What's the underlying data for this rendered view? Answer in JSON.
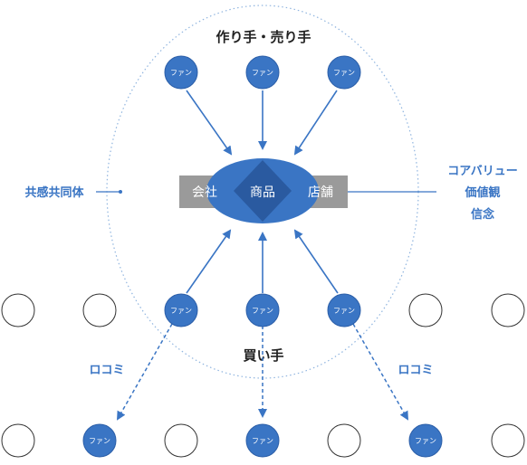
{
  "colors": {
    "fan": "#3a75c4",
    "fan_stroke": "#2b5ea8",
    "accent_text": "#3a75c4",
    "dotted": "#8fb4df",
    "gray_band": "#9a9a9a",
    "center_ellipse": "#3a75c4",
    "center_diamond": "#2a5aa0",
    "empty_circle_stroke": "#333333",
    "dark_text": "#222222"
  },
  "labels": {
    "makers_sellers": "作り手・売り手",
    "buyers": "買い手",
    "community": "共感共同体",
    "values_line1": "コアバリュー",
    "values_line2": "価値観",
    "values_line3": "信念",
    "word_of_mouth_left": "ロコミ",
    "word_of_mouth_right": "ロコミ"
  },
  "center": {
    "company": "会社",
    "product": "商品",
    "store": "店舗"
  },
  "fan_label": "ファン",
  "fans": {
    "top": [
      "ファン",
      "ファン",
      "ファン"
    ],
    "middle": [
      "ファン",
      "ファン",
      "ファン"
    ],
    "bottom": [
      "ファン",
      "ファン",
      "ファン"
    ]
  },
  "icons": {
    "fan_node": "filled-circle",
    "person_node": "empty-circle",
    "arrow": "arrow-head"
  }
}
